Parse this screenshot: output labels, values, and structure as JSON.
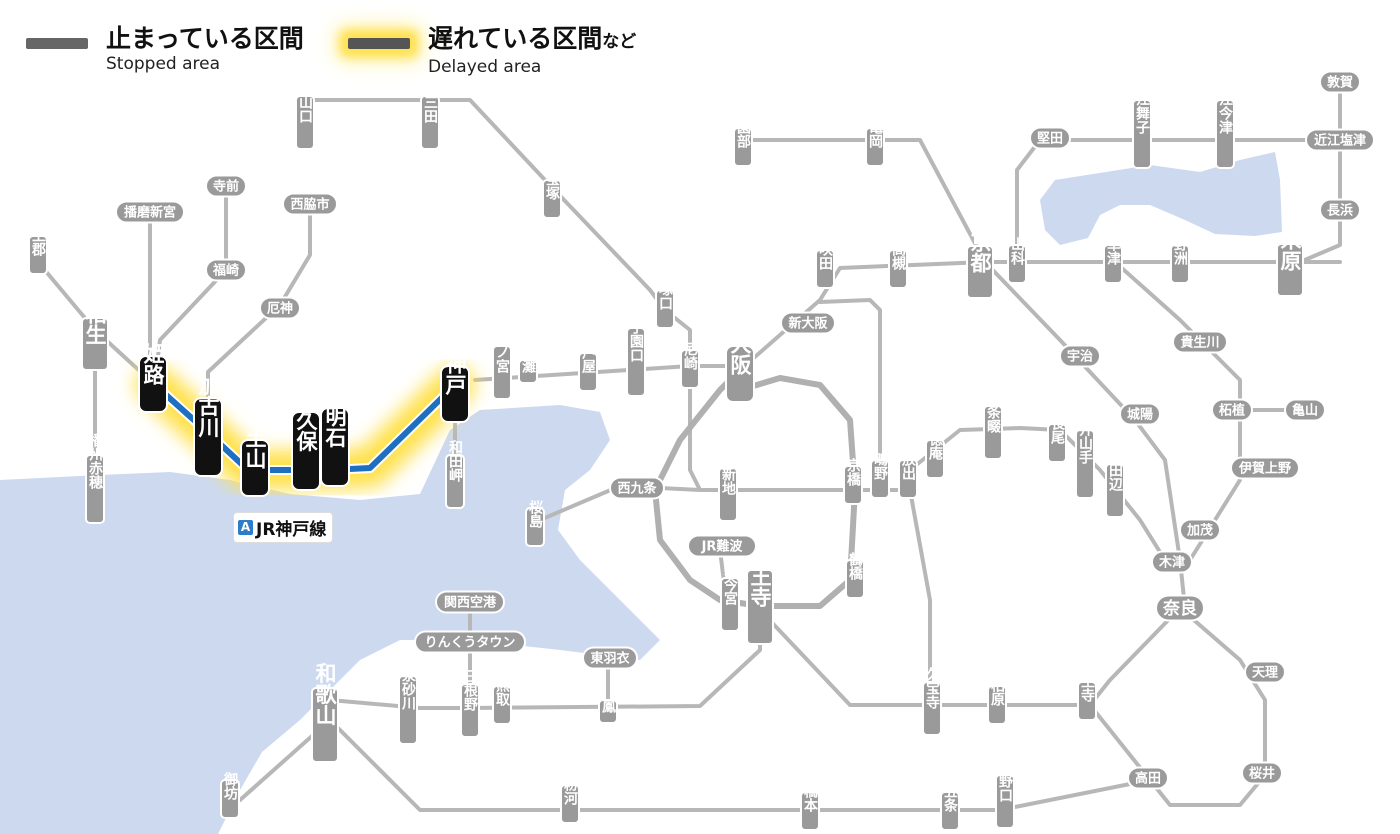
{
  "legend": {
    "stopped_jp": "止まっている区間",
    "stopped_en": "Stopped area",
    "delayed_jp": "遅れている区間",
    "delayed_suffix": "など",
    "delayed_en": "Delayed area"
  },
  "line_label": {
    "badge": "A",
    "name": "JR神戸線"
  },
  "colors": {
    "water": "#ccd9ef",
    "track": "#b5b5b5",
    "delayed_line": "#1f6fc0",
    "glow": "#ffe14d",
    "label_bg": "#9a9a9a"
  },
  "stations": {
    "kamigori": "上郡",
    "aioi": "相生",
    "banshu_ako": "播州赤穂",
    "harimashingu": "播磨新宮",
    "teramae": "寺前",
    "fukusaki": "福崎",
    "nishiwakishi": "西脇市",
    "yakujin": "厄神",
    "sasayamaguchi": "篠山口",
    "shinsanda": "新三田",
    "takarazuka": "宝塚",
    "tsukaguchi": "塚口",
    "sonobe": "園部",
    "kameoka": "亀岡",
    "katata": "堅田",
    "omi_maiko": "近江舞子",
    "omi_imazu": "近江今津",
    "tsuruga": "敦賀",
    "omi_shiotsu": "近江塩津",
    "nagahama": "長浜",
    "maibara": "米原",
    "yasu": "野洲",
    "kusatsu": "草津",
    "yamashina": "山科",
    "kyoto": "京都",
    "takatsuki": "高槻",
    "suita": "吹田",
    "shinosaka": "新大阪",
    "osaka": "大阪",
    "amagasaki": "尼崎",
    "koshienguchi": "甲子園口",
    "ashiya": "芦屋",
    "nada": "灘",
    "sannomiya": "三ノ宮",
    "kobe": "神戸",
    "wadamisaki": "和田岬",
    "nishiakashi": "西明石",
    "okubo": "大久保",
    "tsuchiyama": "土山",
    "kakogawa": "加古川",
    "himeji": "姫路",
    "uji": "宇治",
    "kibukawa": "貴生川",
    "tsuge": "柘植",
    "tsuge_tag": "亀山",
    "igaueno": "伊賀上野",
    "kamo": "加茂",
    "joyo": "城陽",
    "shijonawate": "四条畷",
    "nagao": "長尾",
    "matsuiyamate": "松井山手",
    "kyotanabe": "京田辺",
    "kizu": "木津",
    "nara": "奈良",
    "tenri": "天理",
    "sakurai": "桜井",
    "oji": "王寺",
    "takada": "高田",
    "kitashinchi": "北新地",
    "kyobashi": "京橋",
    "shigino": "鴫野",
    "hanaten": "放出",
    "tokuan": "徳庵",
    "tsurumibashi": "鶴橋",
    "tennoji": "天王寺",
    "shinimamiya": "新今宮",
    "jrnamba": "JR難波",
    "nishikujo": "西九条",
    "sakurajima": "桜島",
    "kansai_airport": "関西空港",
    "rinku_town": "りんくうタウン",
    "higashihagoromo": "東羽衣",
    "otori": "鳳",
    "kumatori": "熊取",
    "hineno": "日根野",
    "izumisunagawa": "和泉砂川",
    "wakayama": "和歌山",
    "gobo": "御坊",
    "konakawa": "粉河",
    "hashimoto": "橋本",
    "gojo": "五条",
    "yoshinoguchi": "吉野口",
    "kyuhoji": "久宝寺",
    "kashiwara": "柏原"
  }
}
